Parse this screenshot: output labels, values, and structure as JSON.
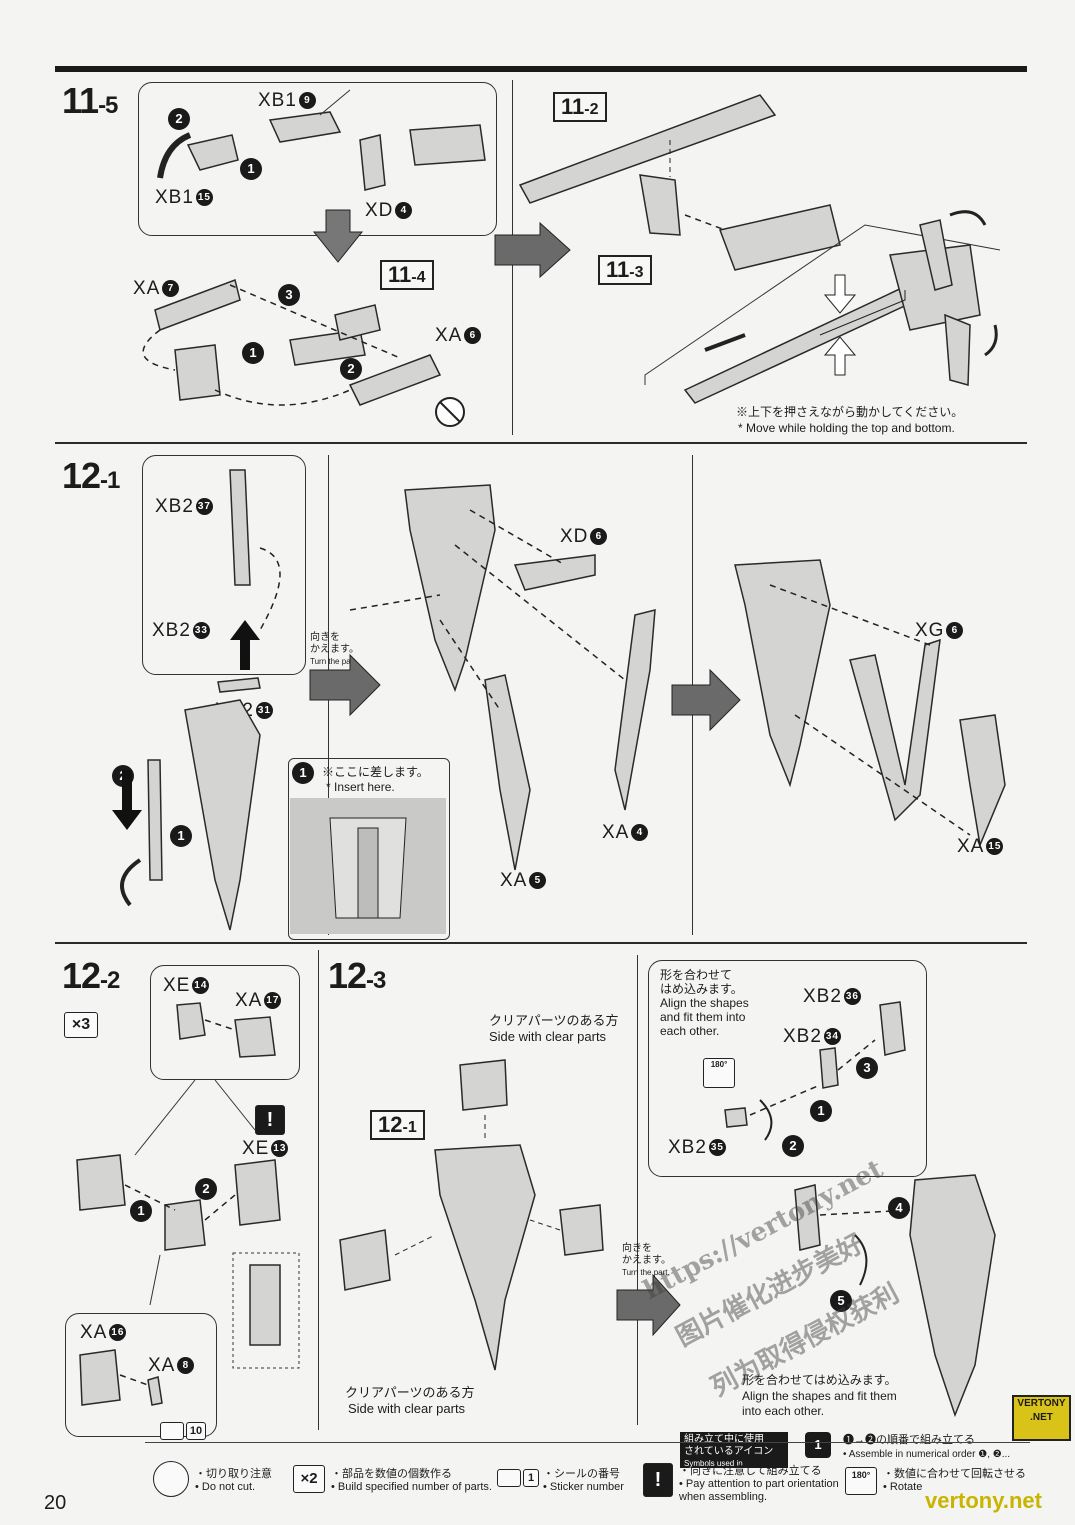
{
  "page_number": "20",
  "steps": {
    "s11_5": {
      "main": "11",
      "sub": "-5"
    },
    "s12_1": {
      "main": "12",
      "sub": "-1"
    },
    "s12_2": {
      "main": "12",
      "sub": "-2"
    },
    "s12_3": {
      "main": "12",
      "sub": "-3"
    }
  },
  "refs": {
    "r11_2": {
      "main": "11",
      "sub": "-2"
    },
    "r11_3": {
      "main": "11",
      "sub": "-3"
    },
    "r11_4": {
      "main": "11",
      "sub": "-4"
    },
    "r12_1": {
      "main": "12",
      "sub": "-1"
    }
  },
  "parts": {
    "xb1_9": {
      "code": "XB1",
      "num": "9"
    },
    "xb1_15": {
      "code": "XB1",
      "num": "15"
    },
    "xd_4": {
      "code": "XD",
      "num": "4"
    },
    "xa_7": {
      "code": "XA",
      "num": "7"
    },
    "xa_6": {
      "code": "XA",
      "num": "6"
    },
    "xb2_37": {
      "code": "XB2",
      "num": "37"
    },
    "xb2_33": {
      "code": "XB2",
      "num": "33"
    },
    "xb2_31": {
      "code": "XB2",
      "num": "31"
    },
    "xd_6": {
      "code": "XD",
      "num": "6"
    },
    "xa_4": {
      "code": "XA",
      "num": "4"
    },
    "xa_5": {
      "code": "XA",
      "num": "5"
    },
    "xg_6": {
      "code": "XG",
      "num": "6"
    },
    "xa_15": {
      "code": "XA",
      "num": "15"
    },
    "xe_14": {
      "code": "XE",
      "num": "14"
    },
    "xa_17": {
      "code": "XA",
      "num": "17"
    },
    "xe_13": {
      "code": "XE",
      "num": "13"
    },
    "xa_16": {
      "code": "XA",
      "num": "16"
    },
    "xa_8": {
      "code": "XA",
      "num": "8"
    },
    "xb2_36": {
      "code": "XB2",
      "num": "36"
    },
    "xb2_34": {
      "code": "XB2",
      "num": "34"
    },
    "xb2_35": {
      "code": "XB2",
      "num": "35"
    }
  },
  "order": {
    "n1": "1",
    "n2": "2",
    "n3": "3",
    "n4": "4",
    "n5": "5"
  },
  "notes": {
    "move_jp": "※上下を押さえながら動かしてください。",
    "move_en": "* Move while holding the top and bottom.",
    "insert_jp": "※ここに差します。",
    "insert_en": "* Insert here.",
    "turn_jp1": "向きを",
    "turn_jp2": "かえます。",
    "turn_en": "Turn the part.",
    "clear_jp": "クリアパーツのある方",
    "clear_en": "Side with clear parts",
    "shape_jp1": "形を合わせて",
    "shape_jp2": "はめ込みます。",
    "shape_en1": "Align the shapes",
    "shape_en2": "and fit them into",
    "shape_en3": "each other.",
    "shape2_jp": "形を合わせてはめ込みます。",
    "shape2_en1": "Align the shapes and fit them",
    "shape2_en2": "into each other.",
    "times3": "×3",
    "sticker_num": "10",
    "rotate_deg": "180°",
    "excl": "!"
  },
  "legend": {
    "symbols_jp1": "組み立て中に使用",
    "symbols_jp2": "されているアイコン",
    "symbols_en": "Symbols used in instructions",
    "order_jp": "❶→❷の順番で組み立てる",
    "order_en": "• Assemble in numerical order ❶, ❷...",
    "cut_jp": "・切り取り注意",
    "cut_en": "• Do not cut.",
    "mult_icon": "×2",
    "mult_jp": "・部品を数値の個数作る",
    "mult_en": "• Build specified number of parts.",
    "sticker_icon": "1",
    "sticker_jp": "・シールの番号",
    "sticker_en": "• Sticker number",
    "orient_jp": "・向きに注意して組み立てる",
    "orient_en1": "• Pay attention to part orientation",
    "orient_en2": "when assembling.",
    "rot_jp": "・数値に合わせて回転させる",
    "rot_en": "• Rotate"
  },
  "watermarks": {
    "url": "https://vertony.net",
    "cn1": "图片催化进步美好",
    "cn2": "列为取得侵权获利",
    "logo_l1": "VERTONY",
    "logo_l2": ".NET",
    "bottom_url": "vertony.net"
  }
}
